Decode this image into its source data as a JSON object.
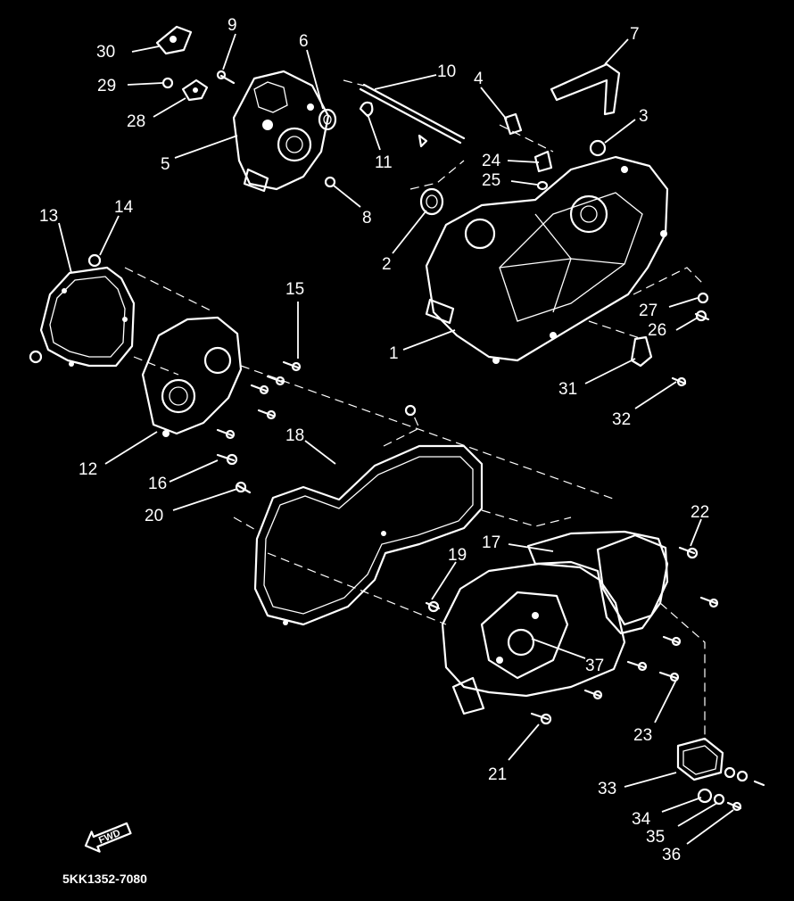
{
  "diagram": {
    "code": "5KK1352-7080",
    "fwd_label": "FWD",
    "callouts": [
      {
        "id": "n1",
        "label": "1"
      },
      {
        "id": "n2",
        "label": "2"
      },
      {
        "id": "n3",
        "label": "3"
      },
      {
        "id": "n4",
        "label": "4"
      },
      {
        "id": "n5",
        "label": "5"
      },
      {
        "id": "n6",
        "label": "6"
      },
      {
        "id": "n7",
        "label": "7"
      },
      {
        "id": "n8",
        "label": "8"
      },
      {
        "id": "n9",
        "label": "9"
      },
      {
        "id": "n10",
        "label": "10"
      },
      {
        "id": "n11",
        "label": "11"
      },
      {
        "id": "n12",
        "label": "12"
      },
      {
        "id": "n13",
        "label": "13"
      },
      {
        "id": "n14",
        "label": "14"
      },
      {
        "id": "n15",
        "label": "15"
      },
      {
        "id": "n16",
        "label": "16"
      },
      {
        "id": "n17",
        "label": "17"
      },
      {
        "id": "n18",
        "label": "18"
      },
      {
        "id": "n19",
        "label": "19"
      },
      {
        "id": "n20",
        "label": "20"
      },
      {
        "id": "n21",
        "label": "21"
      },
      {
        "id": "n22",
        "label": "22"
      },
      {
        "id": "n23",
        "label": "23"
      },
      {
        "id": "n24",
        "label": "24"
      },
      {
        "id": "n25",
        "label": "25"
      },
      {
        "id": "n26",
        "label": "26"
      },
      {
        "id": "n27",
        "label": "27"
      },
      {
        "id": "n28",
        "label": "28"
      },
      {
        "id": "n29",
        "label": "29"
      },
      {
        "id": "n30",
        "label": "30"
      },
      {
        "id": "n31",
        "label": "31"
      },
      {
        "id": "n32",
        "label": "32"
      },
      {
        "id": "n33",
        "label": "33"
      },
      {
        "id": "n34",
        "label": "34"
      },
      {
        "id": "n35",
        "label": "35"
      },
      {
        "id": "n36",
        "label": "36"
      },
      {
        "id": "n37",
        "label": "37"
      }
    ]
  }
}
